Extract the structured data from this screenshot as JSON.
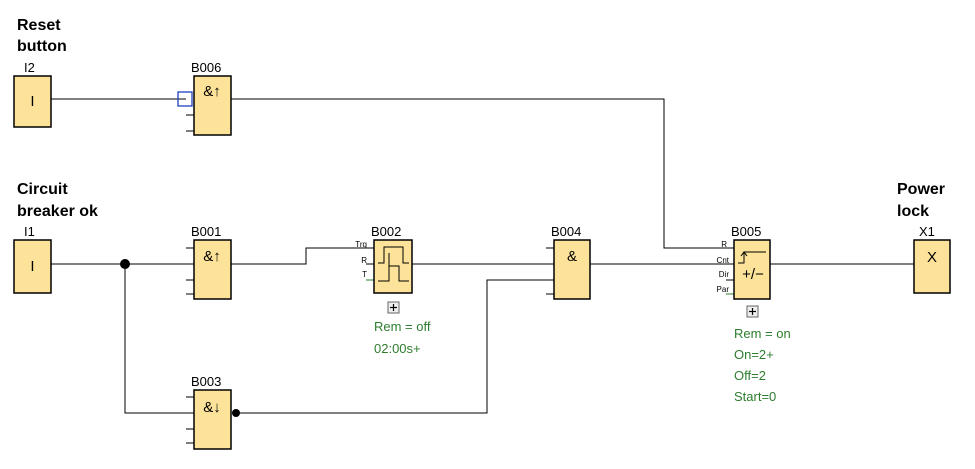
{
  "signals": {
    "reset_button": [
      "Reset",
      "button"
    ],
    "circuit_breaker_ok": [
      "Circuit",
      "breaker ok"
    ],
    "power_lock": [
      "Power",
      "lock"
    ]
  },
  "blocks": {
    "i2": {
      "id": "I2",
      "symbol": "I"
    },
    "i1": {
      "id": "I1",
      "symbol": "I"
    },
    "b006": {
      "id": "B006",
      "symbol": "&↑"
    },
    "b001": {
      "id": "B001",
      "symbol": "&↑"
    },
    "b003": {
      "id": "B003",
      "symbol": "&↓"
    },
    "b002": {
      "id": "B002",
      "pins": [
        "Trg",
        "R",
        "T"
      ],
      "params": [
        "Rem = off",
        "02:00s+"
      ]
    },
    "b004": {
      "id": "B004",
      "symbol": "&"
    },
    "b005": {
      "id": "B005",
      "symbol": "+/−",
      "pins": [
        "R",
        "Cnt",
        "Dir",
        "Par"
      ],
      "params": [
        "Rem = on",
        "On=2+",
        "Off=2",
        "Start=0"
      ]
    },
    "x1": {
      "id": "X1",
      "symbol": "X"
    }
  },
  "icons": {
    "expand": "plus-box-icon"
  },
  "colors": {
    "block_fill": "#fde39a",
    "param_text": "#2e7d2e",
    "negation_marker": "#1f3fbf"
  }
}
